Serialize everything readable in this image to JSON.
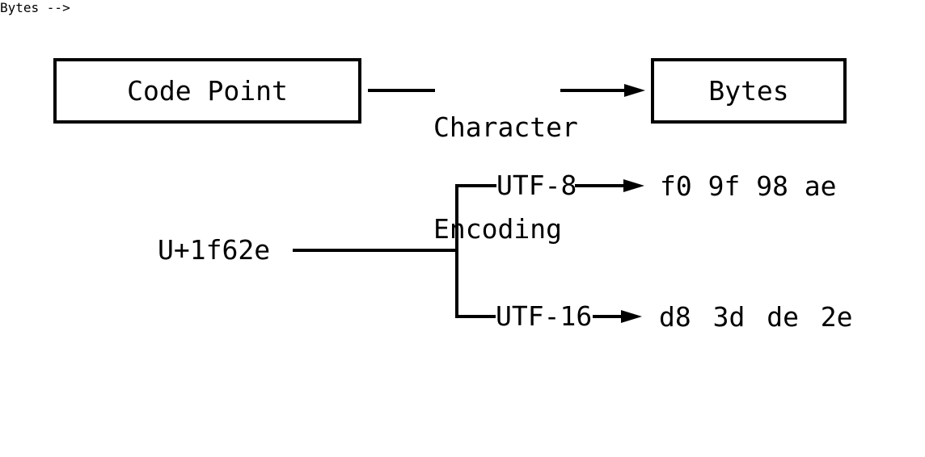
{
  "pipeline": {
    "source_box_label": "Code Point",
    "target_box_label": "Bytes",
    "arrow_label_line1": "Character",
    "arrow_label_line2": "Encoding"
  },
  "example": {
    "code_point": "U+1f62e",
    "branches": [
      {
        "encoding": "UTF-8",
        "bytes": "f0 9f 98 ae"
      },
      {
        "encoding": "UTF-16",
        "bytes": "d8 3d de 2e"
      }
    ]
  },
  "colors": {
    "line": "#000000",
    "text": "#000000",
    "background": "#ffffff"
  }
}
